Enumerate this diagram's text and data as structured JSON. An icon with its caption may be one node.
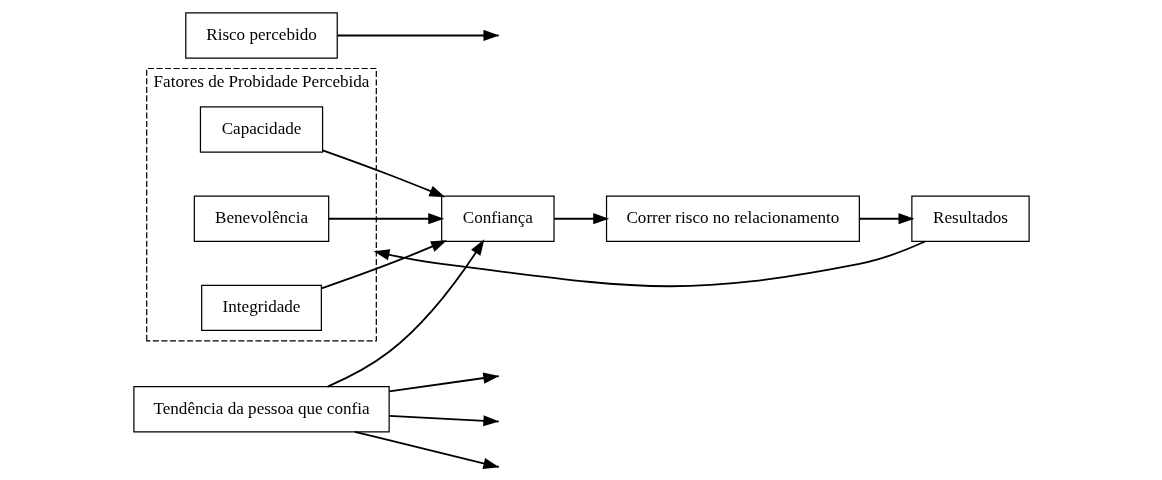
{
  "diagram": {
    "nodes": [
      {
        "text": [
          "Fatores de Probidade Percebida"
        ]
      },
      {
        "text": [
          "Capacidade"
        ],
        "in": 0
      },
      {
        "text": [
          "Benevolência"
        ],
        "in": 0
      },
      {
        "text": [
          "Integridade"
        ],
        "in": 0
      },
      {
        "text": [
          "Confiança"
        ]
      },
      {
        "text": [
          "Risco percebido"
        ]
      },
      {
        "text": [
          "Correr risco no relacionamento"
        ]
      },
      {
        "text": [
          "Resultados"
        ]
      },
      {
        "text": [
          "Tendência da pessoa que confia"
        ]
      }
    ],
    "edges": [
      {
        "from": 1,
        "to": 4,
        "arrow": "to"
      },
      {
        "from": 2,
        "to": 4,
        "arrow": "to"
      },
      {
        "from": 3,
        "to": 4,
        "arrow": "to"
      },
      {
        "from": 8,
        "to": null,
        "arrow": "to"
      },
      {
        "from": 8,
        "to": null,
        "arrow": "to"
      },
      {
        "from": 8,
        "to": null,
        "arrow": "to"
      },
      {
        "from": 8,
        "to": 4,
        "arrow": "to"
      },
      {
        "from": 4,
        "to": 6,
        "arrow": "to"
      },
      {
        "from": 5,
        "to": null,
        "arrow": "to"
      },
      {
        "from": 6,
        "to": 7,
        "arrow": "to"
      },
      {
        "from": 7,
        "to": 0,
        "arrow": "to"
      }
    ]
  }
}
